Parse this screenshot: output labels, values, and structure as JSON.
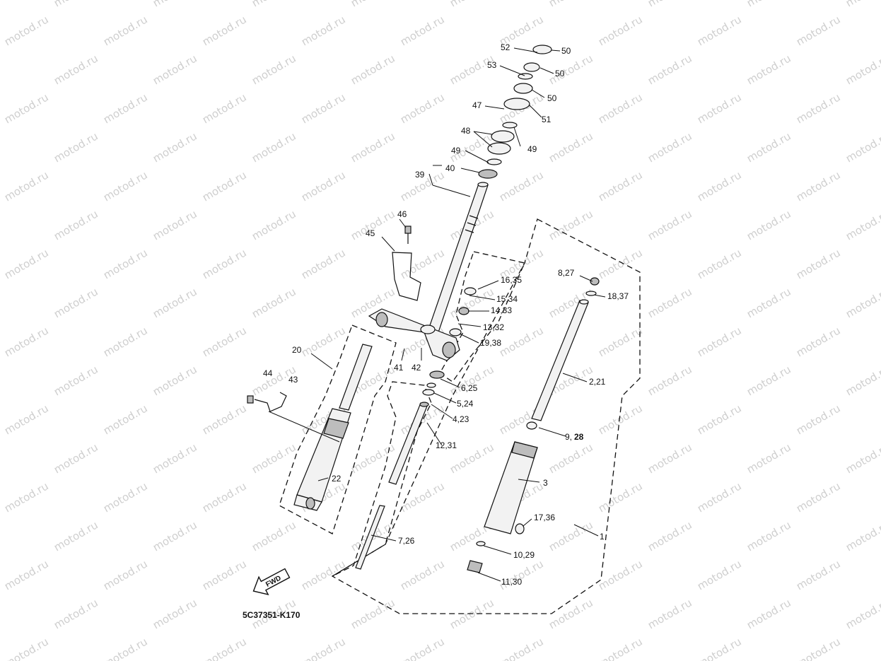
{
  "watermark_text": "motod.ru",
  "diagram_code": "5C37351-K170",
  "fwd_label": "FWD",
  "callouts": [
    {
      "id": "c52a",
      "text": "52"
    },
    {
      "id": "c50a",
      "text": "50"
    },
    {
      "id": "c53",
      "text": "53"
    },
    {
      "id": "c50b",
      "text": "50"
    },
    {
      "id": "c50c",
      "text": "50"
    },
    {
      "id": "c47",
      "text": "47"
    },
    {
      "id": "c51",
      "text": "51"
    },
    {
      "id": "c48",
      "text": "48"
    },
    {
      "id": "c49a",
      "text": "49"
    },
    {
      "id": "c49b",
      "text": "49"
    },
    {
      "id": "c40",
      "text": "40"
    },
    {
      "id": "c39",
      "text": "39"
    },
    {
      "id": "c46",
      "text": "46"
    },
    {
      "id": "c45",
      "text": "45"
    },
    {
      "id": "c1635",
      "text": "16,35"
    },
    {
      "id": "c1534",
      "text": "15,34"
    },
    {
      "id": "c1433",
      "text": "14,33"
    },
    {
      "id": "c1332",
      "text": "13,32"
    },
    {
      "id": "c1938",
      "text": "19,38"
    },
    {
      "id": "c827",
      "text": "8,27"
    },
    {
      "id": "c1837",
      "text": "18,37"
    },
    {
      "id": "c20",
      "text": "20"
    },
    {
      "id": "c41",
      "text": "41"
    },
    {
      "id": "c42",
      "text": "42"
    },
    {
      "id": "c625",
      "text": "6,25"
    },
    {
      "id": "c524",
      "text": "5,24"
    },
    {
      "id": "c423",
      "text": "4,23"
    },
    {
      "id": "c1231",
      "text": "12,31"
    },
    {
      "id": "c44",
      "text": "44"
    },
    {
      "id": "c43",
      "text": "43"
    },
    {
      "id": "c221",
      "text": "2,21"
    },
    {
      "id": "c9",
      "text": "9,"
    },
    {
      "id": "c28",
      "text": "28"
    },
    {
      "id": "c22",
      "text": "22"
    },
    {
      "id": "c3",
      "text": "3"
    },
    {
      "id": "c1736",
      "text": "17,36"
    },
    {
      "id": "c1",
      "text": "1"
    },
    {
      "id": "c726",
      "text": "7,26"
    },
    {
      "id": "c1029",
      "text": "10,29"
    },
    {
      "id": "c1130",
      "text": "11,30"
    }
  ]
}
